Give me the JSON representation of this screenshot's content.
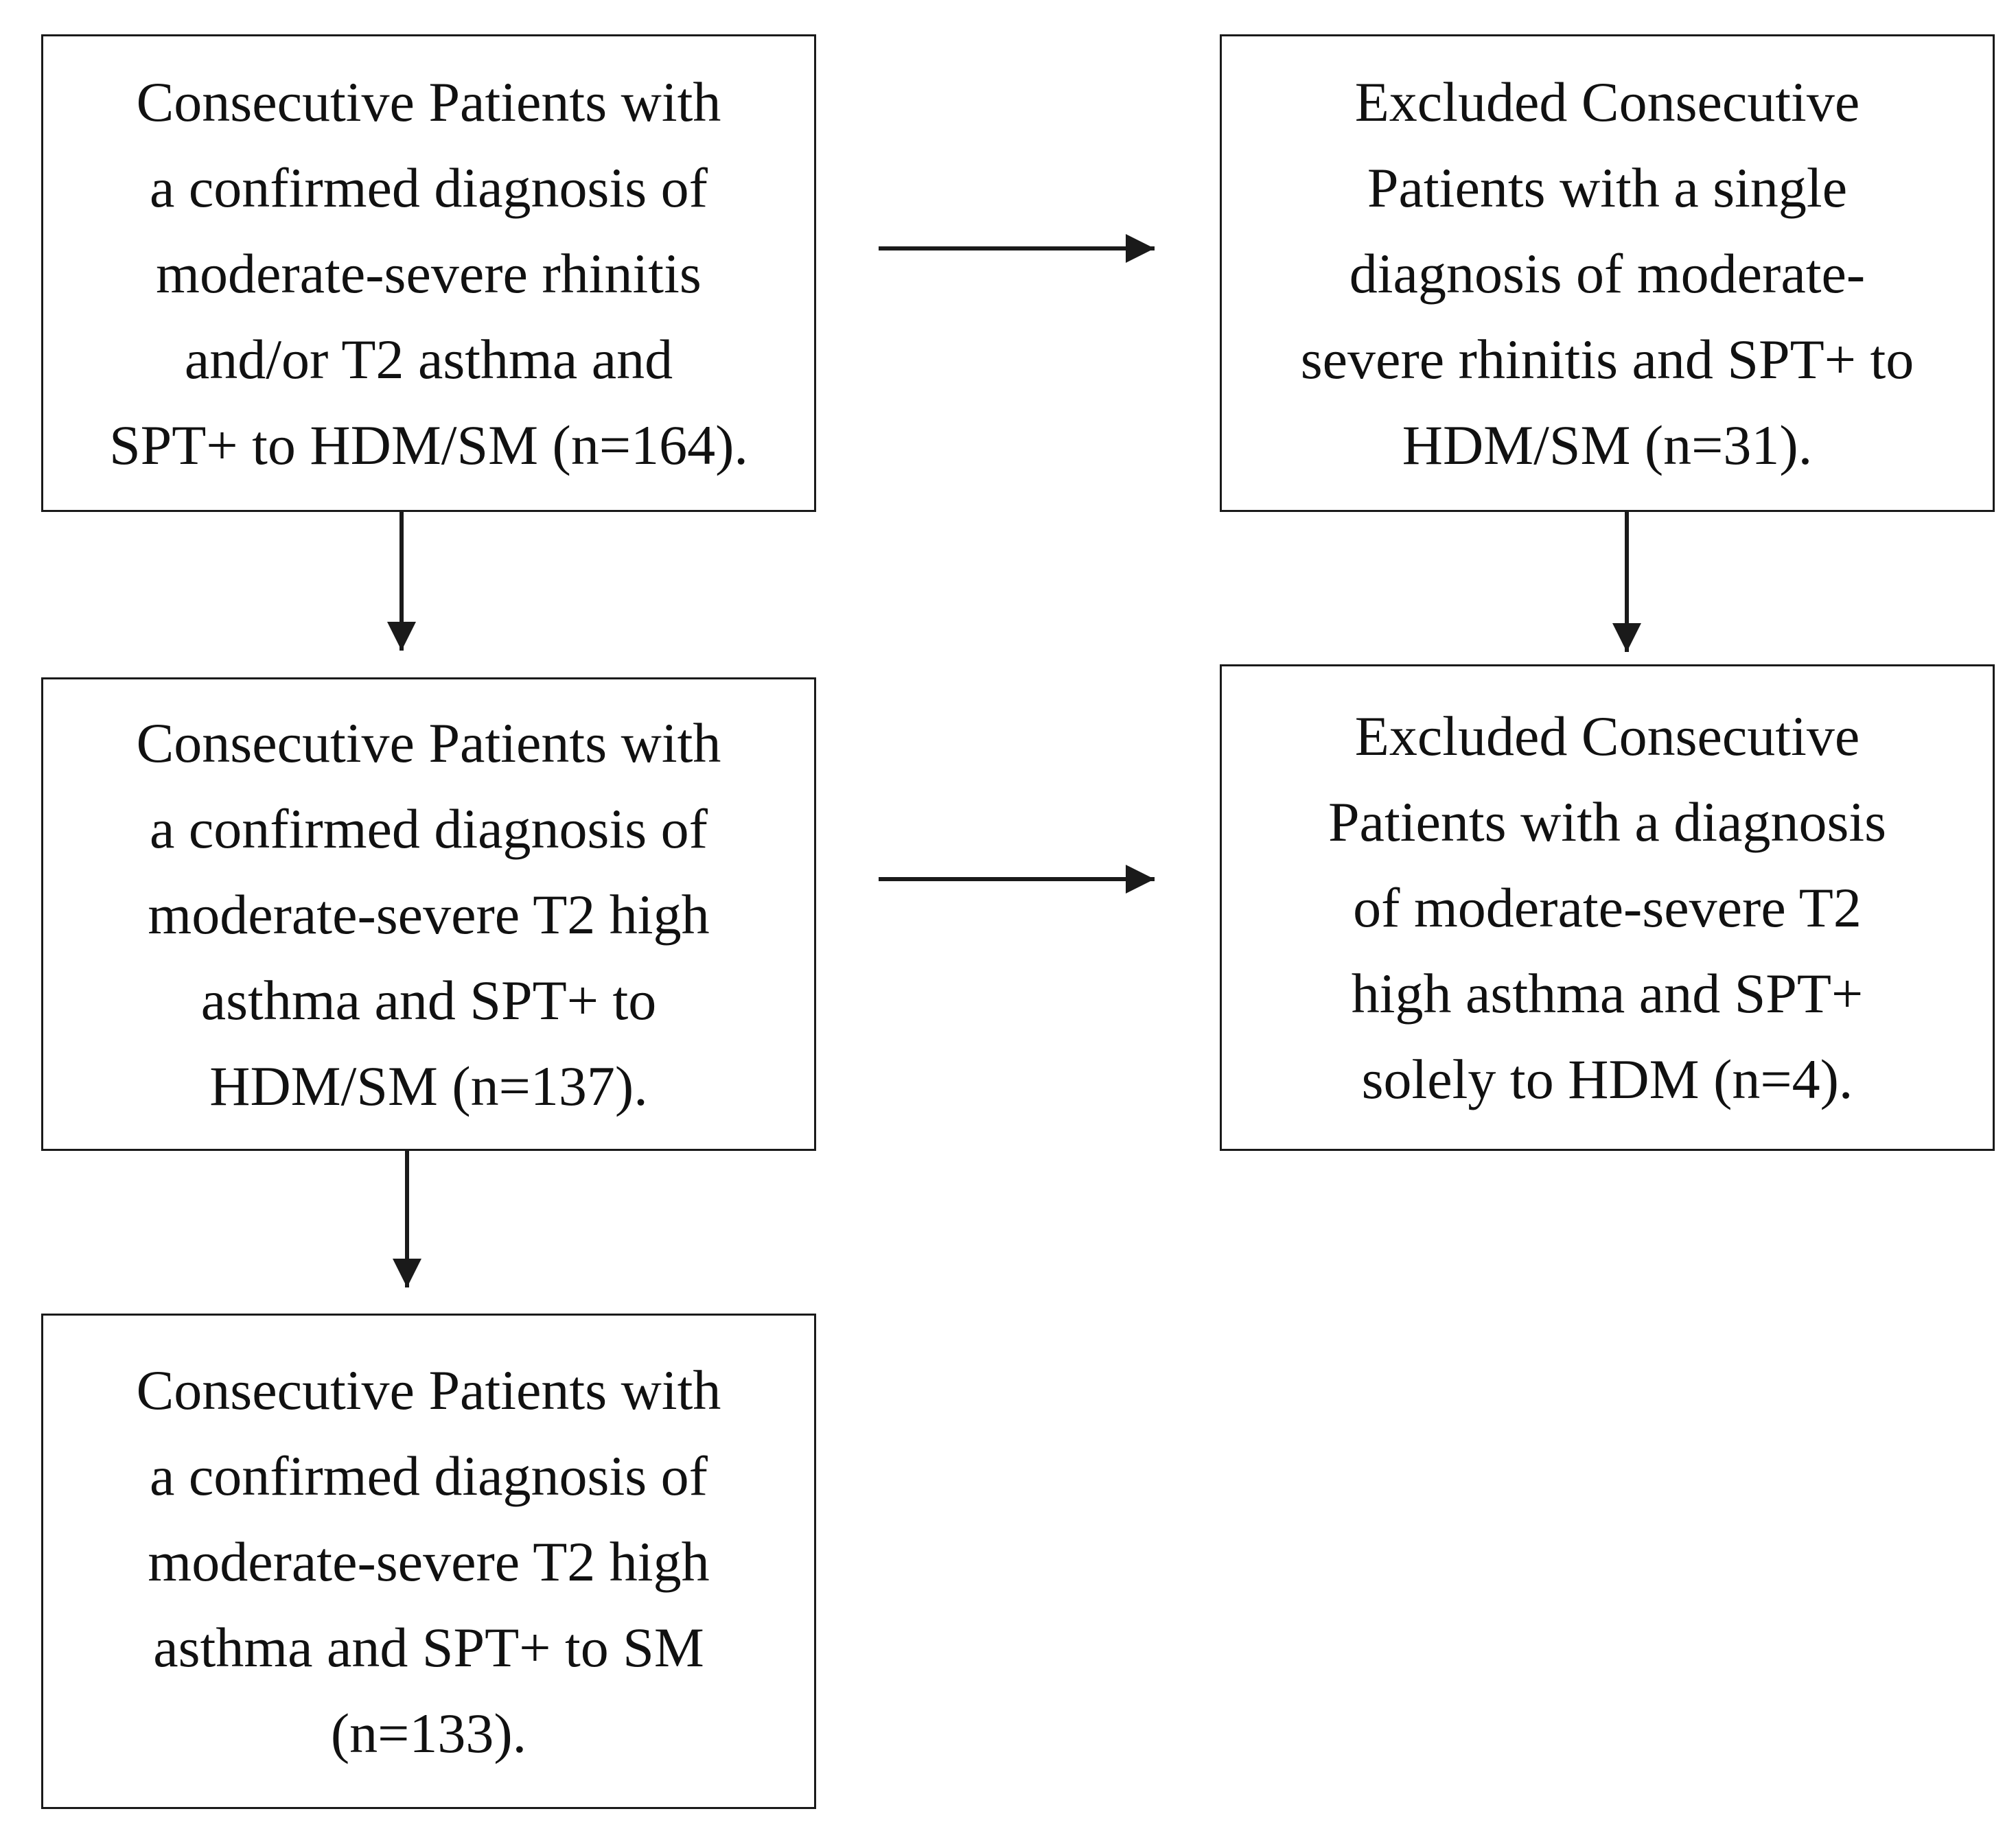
{
  "diagram": {
    "type": "flowchart",
    "boxes": [
      {
        "id": "b1",
        "text": "Consecutive Patients with\na confirmed diagnosis of\nmoderate-severe rhinitis\nand/or T2 asthma and\nSPT+ to HDM/SM (n=164)."
      },
      {
        "id": "b2",
        "text": "Consecutive Patients with\na confirmed diagnosis of\nmoderate-severe T2 high\nasthma and SPT+ to\nHDM/SM (n=137)."
      },
      {
        "id": "b3",
        "text": "Consecutive Patients with\na confirmed diagnosis of\nmoderate-severe T2 high\nasthma and SPT+ to SM\n(n=133)."
      },
      {
        "id": "b4",
        "text": "Excluded Consecutive\nPatients with a single\ndiagnosis of moderate-\nsevere rhinitis and SPT+ to\nHDM/SM (n=31)."
      },
      {
        "id": "b5",
        "text": "Excluded Consecutive\nPatients with a diagnosis\nof moderate-severe T2\nhigh asthma and SPT+\nsolely to HDM (n=4)."
      }
    ],
    "edges": [
      {
        "from": "b1",
        "to": "b4"
      },
      {
        "from": "b1",
        "to": "b2"
      },
      {
        "from": "b4",
        "to": "b5"
      },
      {
        "from": "b2",
        "to": "b5"
      },
      {
        "from": "b2",
        "to": "b3"
      }
    ],
    "colors": {
      "line": "#1a1a1a",
      "text": "#111111",
      "background": "#ffffff"
    }
  }
}
